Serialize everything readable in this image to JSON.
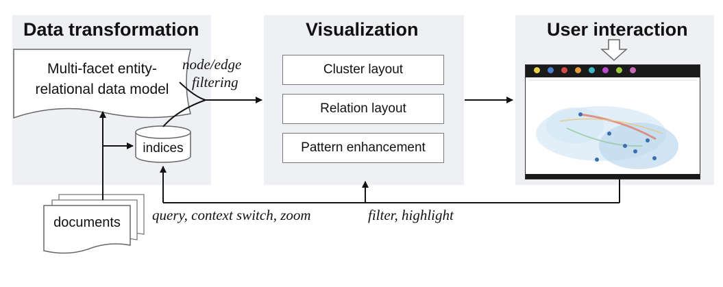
{
  "panels": {
    "data_transformation": {
      "title": "Data transformation"
    },
    "visualization": {
      "title": "Visualization"
    },
    "user_interaction": {
      "title": "User interaction"
    }
  },
  "data_model": {
    "line1": "Multi-facet entity-",
    "line2": "relational data model"
  },
  "indices": {
    "label": "indices"
  },
  "documents": {
    "label": "documents"
  },
  "edge_labels": {
    "node_edge": "node/edge",
    "filtering": "filtering",
    "query": "query, context switch, zoom",
    "filter_highlight": "filter, highlight"
  },
  "visualization_steps": [
    "Cluster layout",
    "Relation layout",
    "Pattern enhancement"
  ],
  "screenshot": {
    "legend_colors": [
      "#e8d34a",
      "#4a7fd0",
      "#d44a4a",
      "#e89a3a",
      "#3abac8",
      "#b84ad0",
      "#9ac83a",
      "#c86ab8"
    ]
  },
  "colors": {
    "panel": "#eef0f3",
    "arrow": "#111111"
  }
}
